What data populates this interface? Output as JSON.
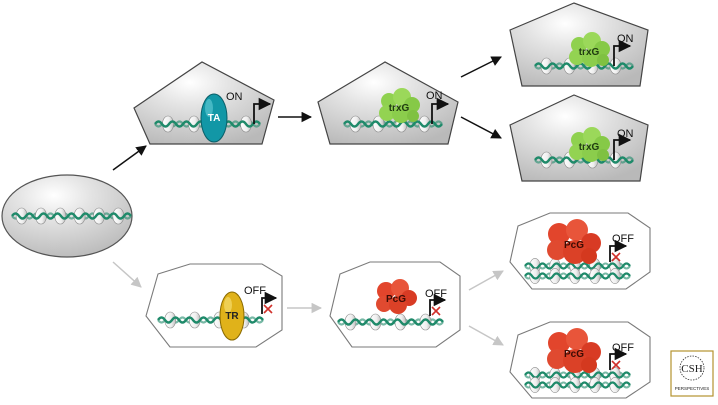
{
  "colors": {
    "cell_gray": "#bdbdbd",
    "cell_white": "#ffffff",
    "dna_green": "#1f8a6a",
    "nucleosome": "#f2f2f2",
    "arrow_active": "#111111",
    "arrow_repressed": "#c6c6c6",
    "ta": "#1297a6",
    "tr": "#e0b21a",
    "trxg": "#8fd14f",
    "pcg": "#e2452c",
    "off_cross": "#d0302a"
  },
  "factors": {
    "ta": "TA",
    "tr": "TR",
    "trxg": "trxG",
    "pcg": "PcG"
  },
  "states": {
    "on": "ON",
    "off": "OFF"
  },
  "logo": {
    "text": "CSH",
    "subtext": "PERSPECTIVES"
  },
  "icons": {
    "transcription_arrow": "bent-arrow-icon",
    "blocked_transcription": "red-cross-icon"
  }
}
